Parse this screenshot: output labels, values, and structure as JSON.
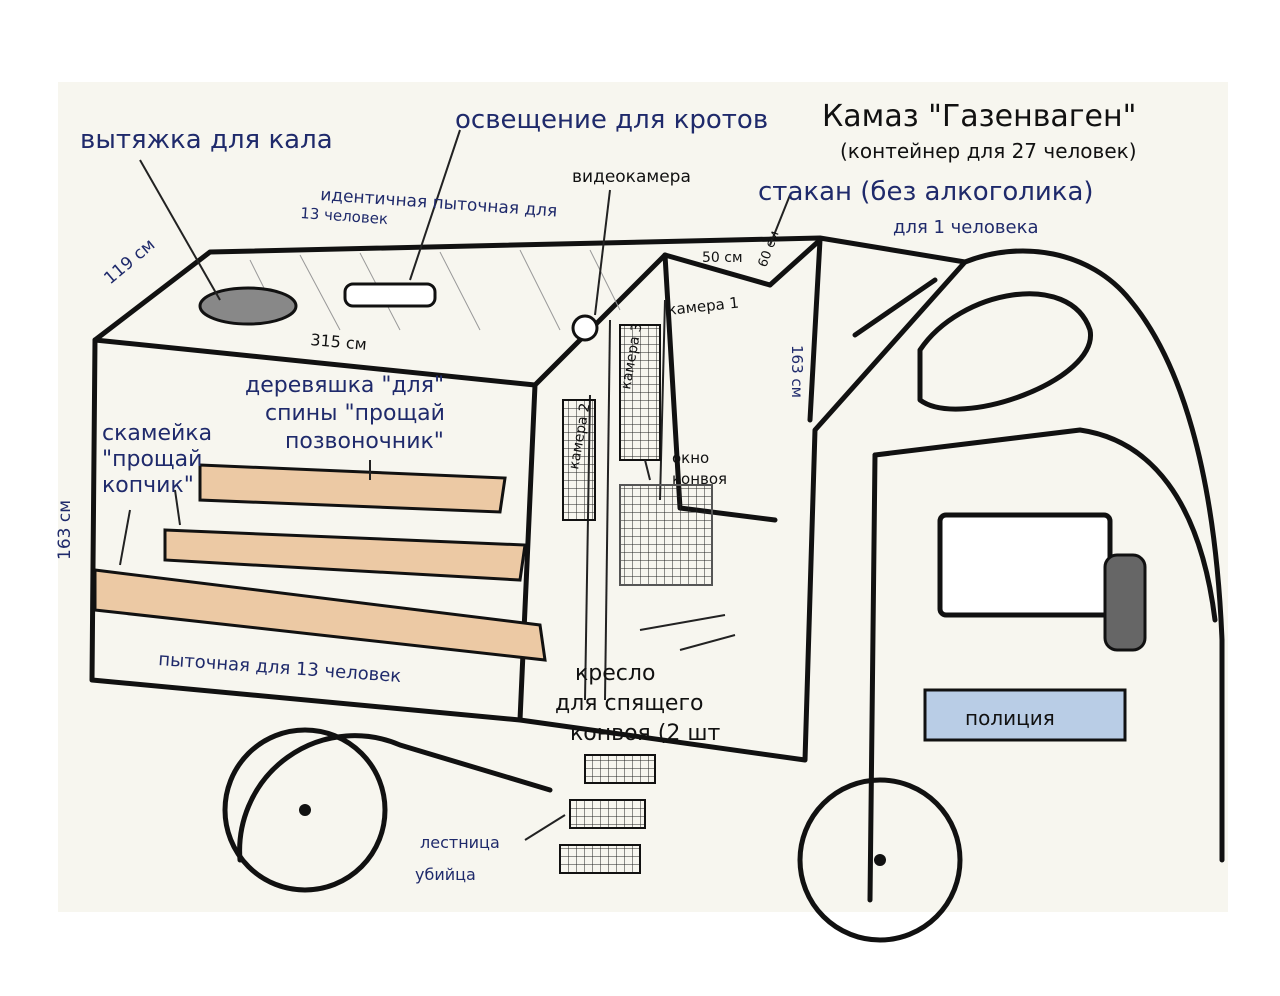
{
  "title": "Камаз \"Газенваген\"",
  "subtitle": "(контейнер для 27 человек)",
  "labels": {
    "exhaust": "вытяжка для кала",
    "lighting": "освещение для кротов",
    "camera_video": "видеокамера",
    "glass": "стакан (без алкоголика)",
    "glass_sub": "для 1 человека",
    "upper_room_1": "идентичная пыточная для",
    "upper_room_2": "13 человек",
    "board_1": "деревяшка \"для\"",
    "board_2": "спины \"прощай",
    "board_3": "позвоночник\"",
    "bench_1": "скамейка",
    "bench_2": "\"прощай",
    "bench_3": "копчик\"",
    "window_1": "окно",
    "window_2": "конвоя",
    "torture_room": "пыточная для 13 человек",
    "chair_1": "кресло",
    "chair_2": "для спящего",
    "chair_3": "конвоя (2 шт",
    "ladder_1": "лестница",
    "ladder_2": "убийца",
    "police": "полиция",
    "cell_1": "камера 1",
    "cell_2": "камера 2",
    "cell_3": "камера 3"
  },
  "dimensions": {
    "depth": "119 см",
    "length": "315 см",
    "height_left": "163 см",
    "height_cell": "163 см",
    "cell_width": "50 см",
    "cell_depth": "60 см"
  },
  "colors": {
    "ink": "#111111",
    "label": "#1f2a6b",
    "wood": "#ecc9a4",
    "police_stripe": "#b9cde6"
  }
}
